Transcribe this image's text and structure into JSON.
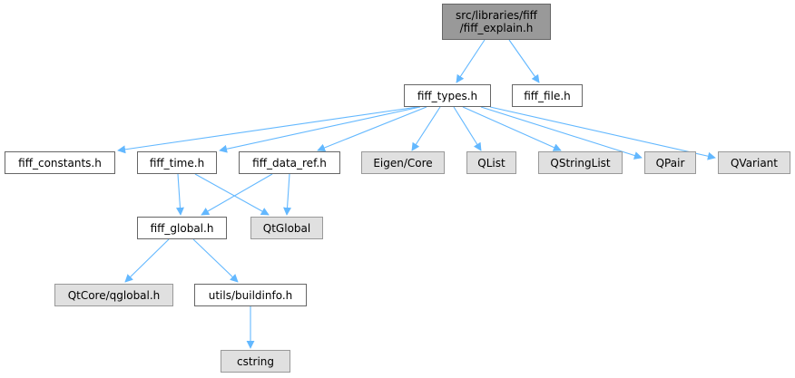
{
  "diagram": {
    "type": "include-dependency-graph",
    "edge_color": "#63b8ff",
    "nodes": [
      {
        "id": "root",
        "label": "src/libraries/fiff\n/fiff_explain.h",
        "kind": "root"
      },
      {
        "id": "fiff_types",
        "label": "fiff_types.h",
        "kind": "normal"
      },
      {
        "id": "fiff_file",
        "label": "fiff_file.h",
        "kind": "normal"
      },
      {
        "id": "fiff_constants",
        "label": "fiff_constants.h",
        "kind": "normal"
      },
      {
        "id": "fiff_time",
        "label": "fiff_time.h",
        "kind": "normal"
      },
      {
        "id": "fiff_data_ref",
        "label": "fiff_data_ref.h",
        "kind": "normal"
      },
      {
        "id": "eigen_core",
        "label": "Eigen/Core",
        "kind": "external"
      },
      {
        "id": "qlist",
        "label": "QList",
        "kind": "external"
      },
      {
        "id": "qstringlist",
        "label": "QStringList",
        "kind": "external"
      },
      {
        "id": "qpair",
        "label": "QPair",
        "kind": "external"
      },
      {
        "id": "qvariant",
        "label": "QVariant",
        "kind": "external"
      },
      {
        "id": "fiff_global",
        "label": "fiff_global.h",
        "kind": "normal"
      },
      {
        "id": "qtglobal",
        "label": "QtGlobal",
        "kind": "external"
      },
      {
        "id": "qtcore_qglobal",
        "label": "QtCore/qglobal.h",
        "kind": "external"
      },
      {
        "id": "utils_buildinfo",
        "label": "utils/buildinfo.h",
        "kind": "normal"
      },
      {
        "id": "cstring",
        "label": "cstring",
        "kind": "external"
      }
    ],
    "edges": [
      {
        "from": "root",
        "to": "fiff_types"
      },
      {
        "from": "root",
        "to": "fiff_file"
      },
      {
        "from": "fiff_types",
        "to": "fiff_constants"
      },
      {
        "from": "fiff_types",
        "to": "fiff_time"
      },
      {
        "from": "fiff_types",
        "to": "fiff_data_ref"
      },
      {
        "from": "fiff_types",
        "to": "eigen_core"
      },
      {
        "from": "fiff_types",
        "to": "qlist"
      },
      {
        "from": "fiff_types",
        "to": "qstringlist"
      },
      {
        "from": "fiff_types",
        "to": "qpair"
      },
      {
        "from": "fiff_types",
        "to": "qvariant"
      },
      {
        "from": "fiff_time",
        "to": "fiff_global"
      },
      {
        "from": "fiff_time",
        "to": "qtglobal"
      },
      {
        "from": "fiff_data_ref",
        "to": "fiff_global"
      },
      {
        "from": "fiff_data_ref",
        "to": "qtglobal"
      },
      {
        "from": "fiff_global",
        "to": "qtcore_qglobal"
      },
      {
        "from": "fiff_global",
        "to": "utils_buildinfo"
      },
      {
        "from": "utils_buildinfo",
        "to": "cstring"
      }
    ]
  }
}
